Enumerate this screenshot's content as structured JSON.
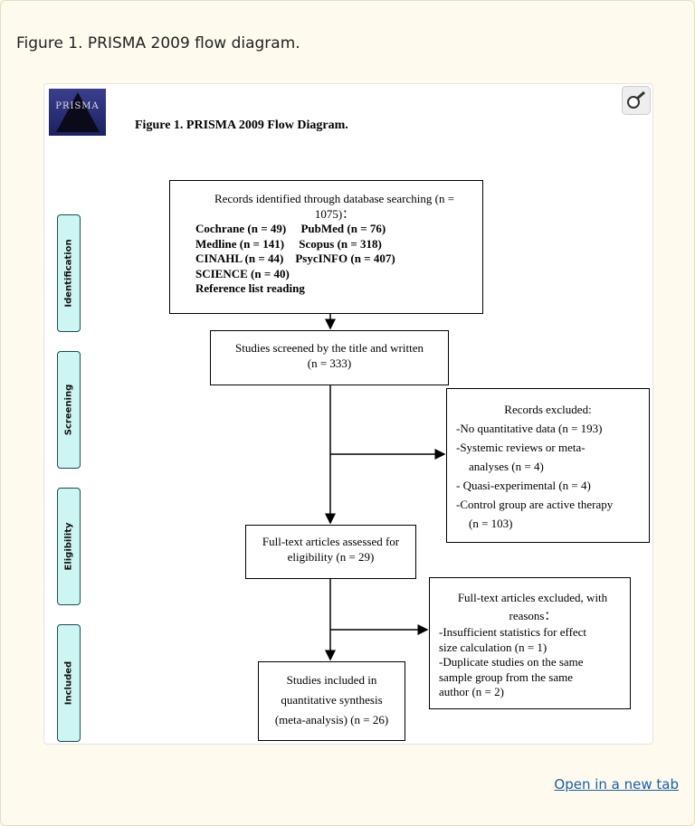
{
  "caption": "Figure 1. PRISMA 2009 flow diagram.",
  "open_link": "Open in a new tab",
  "figure": {
    "logo_text": "PRISMA",
    "title": "Figure 1. PRISMA 2009 Flow Diagram.",
    "stages": [
      "Identification",
      "Screening",
      "Eligibility",
      "Included"
    ],
    "identification": {
      "line1": "Records identified through database searching (n =",
      "line2": "1075)：",
      "row1a": "Cochrane (n = 49)",
      "row1b": "PubMed (n = 76)",
      "row2a": "Medline (n = 141)",
      "row2b": "Scopus (n = 318)",
      "row3a": "CINAHL (n = 44)",
      "row3b": "PsycINFO (n = 407)",
      "row4": "SCIENCE (n = 40)",
      "row5": "Reference list reading"
    },
    "screened": {
      "line1": "Studies screened by the title and written",
      "line2": "(n = 333)"
    },
    "excluded": {
      "title": "Records excluded:",
      "item1": "-No quantitative data (n = 193)",
      "item2a": "-Systemic reviews or meta-",
      "item2b": "analyses (n = 4)",
      "item3": "- Quasi-experimental (n = 4)",
      "item4a": "-Control group are active therapy",
      "item4b": "(n = 103)"
    },
    "fulltext": {
      "line1": "Full-text articles assessed for",
      "line2": "eligibility (n = 29)"
    },
    "fulltext_excluded": {
      "line1": "Full-text articles excluded, with",
      "line2": "reasons：",
      "item1a": "-Insufficient statistics for effect",
      "item1b": "size calculation (n = 1)",
      "item2a": "-Duplicate studies on the same",
      "item2b": "sample group from the same",
      "item2c": "author (n = 2)"
    },
    "included": {
      "line1": "Studies included in",
      "line2": "quantitative synthesis",
      "line3": "(meta-analysis) (n = 26)"
    }
  }
}
